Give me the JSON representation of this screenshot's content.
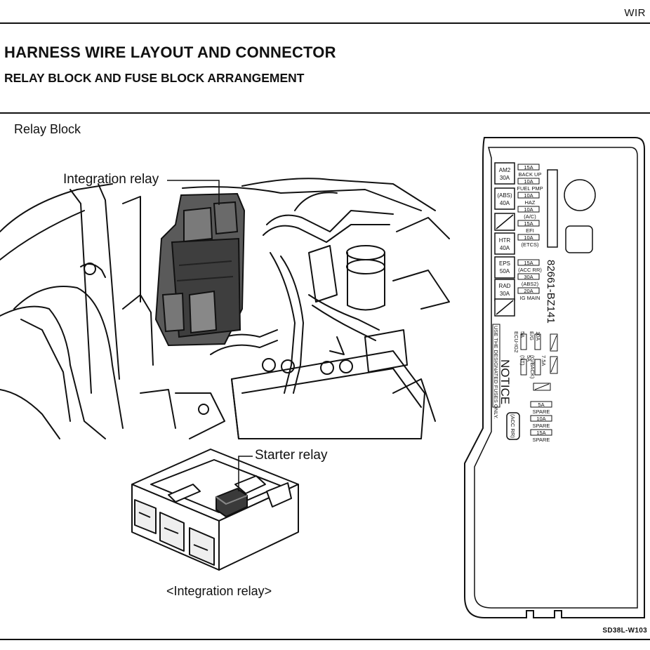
{
  "header": {
    "section_tag": "WIR"
  },
  "titles": {
    "main": "HARNESS WIRE LAYOUT AND CONNECTOR",
    "sub": "RELAY BLOCK AND FUSE BLOCK ARRANGEMENT"
  },
  "panel": {
    "label": "Relay Block"
  },
  "callouts": {
    "integration_relay": "Integration relay",
    "starter_relay": "Starter relay"
  },
  "caption": "<Integration relay>",
  "fuse_block": {
    "part_number": "82661-BZ141",
    "left_fuses": [
      "AM2",
      "30A",
      "(ABS)",
      "40A",
      "HTR",
      "40A",
      "EPS",
      "50A",
      "RAD",
      "30A"
    ],
    "mini_fuses": [
      {
        "amp": "15A",
        "name": "BACK UP"
      },
      {
        "amp": "10A",
        "name": "FUEL PMP"
      },
      {
        "amp": "10A",
        "name": "HAZ"
      },
      {
        "amp": "10A",
        "name": "(A/C)"
      },
      {
        "amp": "15A",
        "name": "EFI"
      },
      {
        "amp": "10A",
        "name": "(ETCS)"
      },
      {
        "amp": "15A",
        "name": "(ACC RR)"
      },
      {
        "amp": "30A",
        "name": "(ABS2)"
      },
      {
        "amp": "20A",
        "name": "IG MAIN"
      }
    ],
    "notice_title": "NOTICE",
    "notice_text": "USE THE DESIGNATED FUSES ONLY.",
    "vertical_fuses": [
      "ECU-IG2",
      "5A",
      "(ST)",
      "5A",
      "E/G",
      "10A",
      "(G/BACK)",
      "7.5A"
    ],
    "spares": [
      "5A",
      "SPARE",
      "10A",
      "SPARE",
      "15A",
      "SPARE"
    ],
    "acc_label": "(ACC RR)"
  },
  "footer": {
    "ref": "SD38L-W103"
  }
}
